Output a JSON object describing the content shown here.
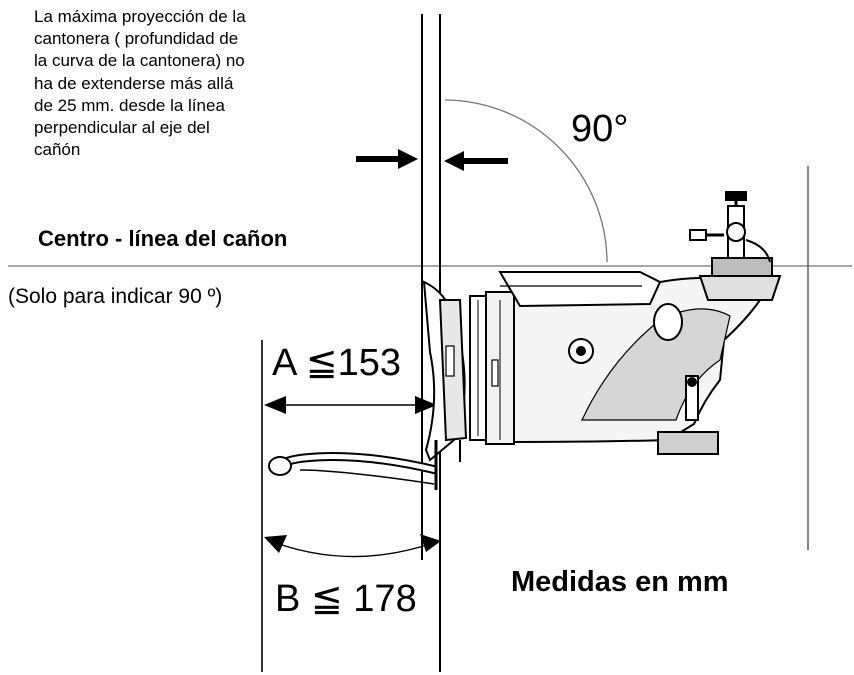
{
  "note_lines": [
    "La máxima proyección de la",
    "cantonera ( profundidad de",
    "la curva de la cantonera) no",
    "ha de extenderse más allá",
    "de 25 mm. desde la línea",
    "perpendicular al eje del",
    "cañón"
  ],
  "centerline_label": "Centro - línea del cañon",
  "indicator_note": "(Solo para indicar 90 º)",
  "angle_label": "90°",
  "dim_a": "A ≦153",
  "dim_b": "B ≦ 178",
  "units_label": "Medidas en mm",
  "icons": [
    "arrow-right-icon",
    "arrow-left-icon",
    "rifle-stock-illustration"
  ]
}
